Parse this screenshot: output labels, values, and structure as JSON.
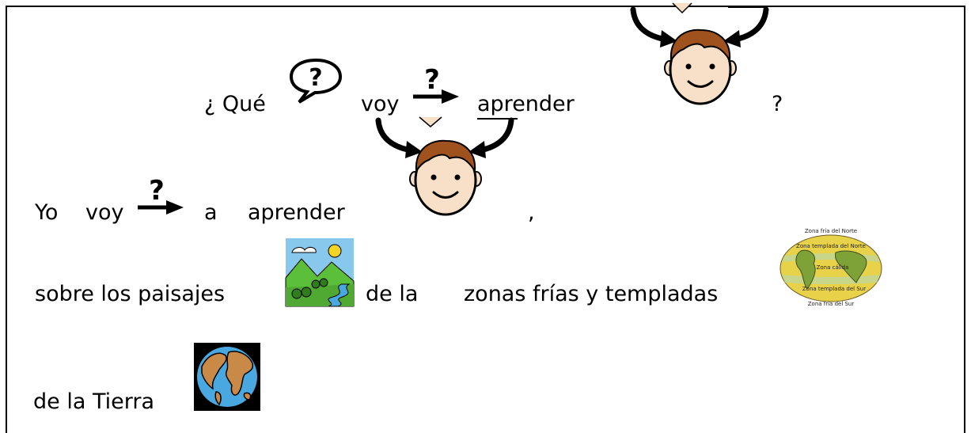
{
  "line1": {
    "inverted_q": "¿ Qué",
    "voy": "voy",
    "aprender": "aprender",
    "close_q": "?"
  },
  "line2": {
    "yo": "Yo",
    "voy": "voy",
    "a": "a",
    "aprender": "aprender",
    "comma": ","
  },
  "line3": {
    "sobre": "sobre los paisajes",
    "de_la": "de la",
    "zonas": "zonas frías y templadas"
  },
  "line4": {
    "tierra": "de la Tierra"
  },
  "pictograms": {
    "question_mark": "?",
    "globe_labels": [
      "Zona fría del Norte",
      "Zona templada del Norte",
      "Zona cálida",
      "Zona templada del Sur",
      "Zona fría del Sur"
    ]
  },
  "colors": {
    "hair": "#a0521e",
    "skin": "#f8dfc8",
    "sky": "#87c8ec",
    "grass": "#5cbf3a",
    "ocean": "#4aa8e0",
    "land": "#c98a48"
  }
}
